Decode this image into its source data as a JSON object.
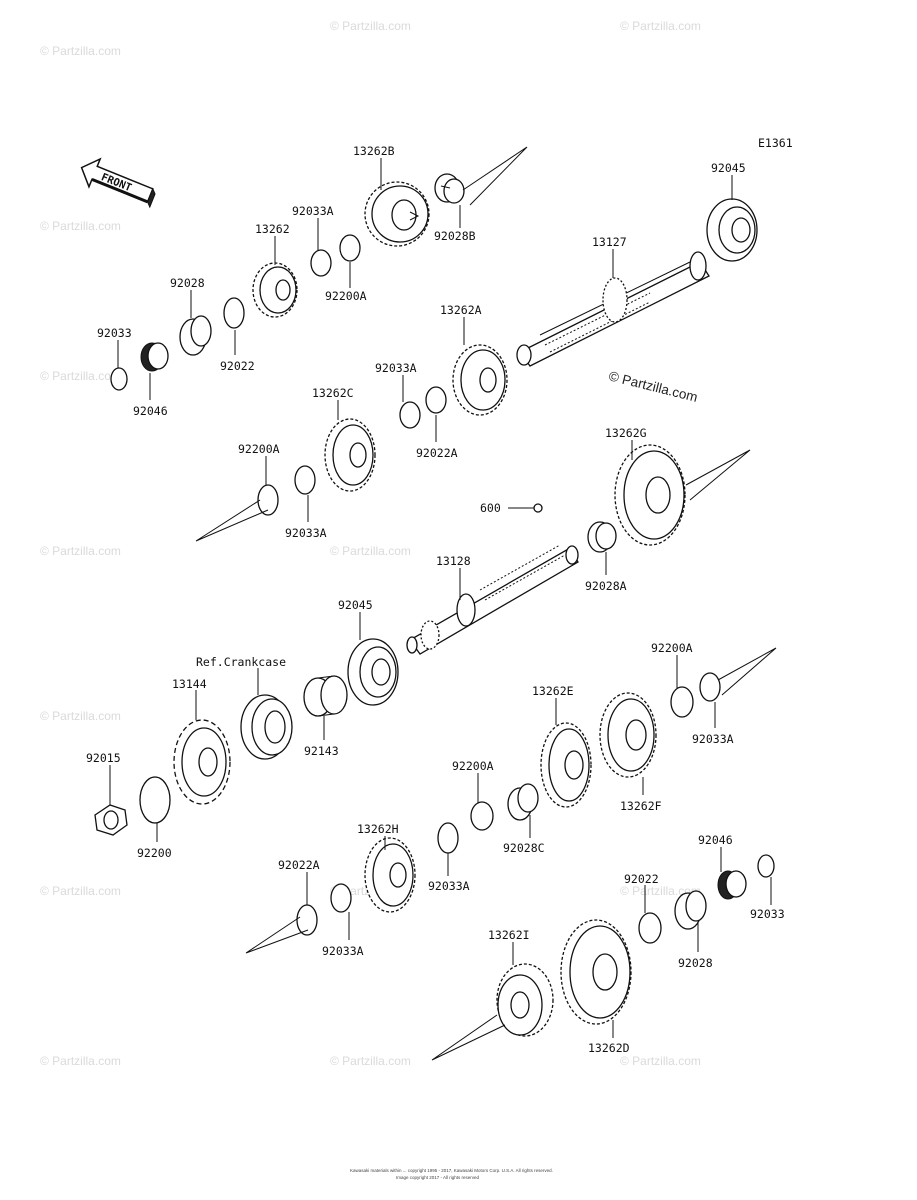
{
  "diagram_code": "E1361",
  "front_label": "FRONT",
  "ref_label": "Ref.Crankcase",
  "watermark_main": "© Partzilla.com",
  "watermark": "© Partzilla.com",
  "footer_line1": "Kawasaki materials within ... copyright 1995 - 2017, Kawasaki Motors Corp. U.S.A. All rights reserved.",
  "footer_line2": "Image copyright 2017 - All rights reserved",
  "part_labels": {
    "p13262B": "13262B",
    "p92028B": "92028B",
    "p92045_top": "92045",
    "p92033A_1": "92033A",
    "p13262": "13262",
    "p92200A_1": "92200A",
    "p13127": "13127",
    "p92028_top": "92028",
    "p92022_top": "92022",
    "p92033_top": "92033",
    "p92046_top": "92046",
    "p13262A": "13262A",
    "p92033A_2": "92033A",
    "p13262C": "13262C",
    "p92022A_1": "92022A",
    "p92200A_2": "92200A",
    "p92033A_3": "92033A",
    "p13262G": "13262G",
    "p600": "600",
    "p13128": "13128",
    "p92028A": "92028A",
    "p92045_mid": "92045",
    "p13144": "13144",
    "p92143": "92143",
    "p92200A_3": "92200A",
    "p92033A_4": "92033A",
    "p13262E": "13262E",
    "p13262F": "13262F",
    "p92015": "92015",
    "p92200": "92200",
    "p92200A_4": "92200A",
    "p92028C": "92028C",
    "p13262H": "13262H",
    "p92033A_5": "92033A",
    "p92022A_2": "92022A",
    "p92033A_6": "92033A",
    "p92046_bot": "92046",
    "p92022_bot": "92022",
    "p92033_bot": "92033",
    "p92028_bot": "92028",
    "p13262I": "13262I",
    "p13262D": "13262D"
  }
}
